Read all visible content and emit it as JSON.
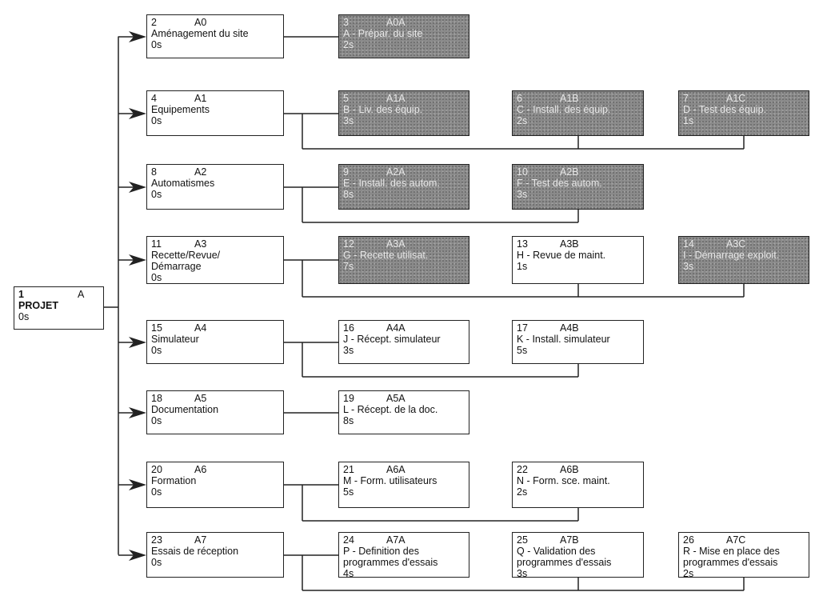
{
  "root": {
    "num": "1",
    "code": "A",
    "label": "PROJET",
    "duration": "0s"
  },
  "branches": [
    {
      "num": "2",
      "code": "A0",
      "label": "Aménagement du site",
      "duration": "0s",
      "children": [
        {
          "num": "3",
          "code": "A0A",
          "label": "A - Prépar. du site",
          "duration": "2s",
          "shaded": true
        }
      ]
    },
    {
      "num": "4",
      "code": "A1",
      "label": "Equipements",
      "duration": "0s",
      "children": [
        {
          "num": "5",
          "code": "A1A",
          "label": "B - Liv. des équip.",
          "duration": "3s",
          "shaded": true
        },
        {
          "num": "6",
          "code": "A1B",
          "label": "C - Install. des équip.",
          "duration": "2s",
          "shaded": true
        },
        {
          "num": "7",
          "code": "A1C",
          "label": "D - Test des équip.",
          "duration": "1s",
          "shaded": true
        }
      ]
    },
    {
      "num": "8",
      "code": "A2",
      "label": "Automatismes",
      "duration": "0s",
      "children": [
        {
          "num": "9",
          "code": "A2A",
          "label": "E - Install. des autom.",
          "duration": "8s",
          "shaded": true
        },
        {
          "num": "10",
          "code": "A2B",
          "label": "F - Test des autom.",
          "duration": "3s",
          "shaded": true
        }
      ]
    },
    {
      "num": "11",
      "code": "A3",
      "label": "Recette/Revue/\nDémarrage",
      "duration": "0s",
      "children": [
        {
          "num": "12",
          "code": "A3A",
          "label": "G - Recette utilisat.",
          "duration": "7s",
          "shaded": true
        },
        {
          "num": "13",
          "code": "A3B",
          "label": "H - Revue de maint.",
          "duration": "1s",
          "shaded": false
        },
        {
          "num": "14",
          "code": "A3C",
          "label": "I - Démarrage exploit.",
          "duration": "3s",
          "shaded": true
        }
      ]
    },
    {
      "num": "15",
      "code": "A4",
      "label": "Simulateur",
      "duration": "0s",
      "children": [
        {
          "num": "16",
          "code": "A4A",
          "label": "J - Récept. simulateur",
          "duration": "3s",
          "shaded": false
        },
        {
          "num": "17",
          "code": "A4B",
          "label": "K - Install. simulateur",
          "duration": "5s",
          "shaded": false
        }
      ]
    },
    {
      "num": "18",
      "code": "A5",
      "label": "Documentation",
      "duration": "0s",
      "children": [
        {
          "num": "19",
          "code": "A5A",
          "label": "L - Récept. de la doc.",
          "duration": "8s",
          "shaded": false
        }
      ]
    },
    {
      "num": "20",
      "code": "A6",
      "label": "Formation",
      "duration": "0s",
      "children": [
        {
          "num": "21",
          "code": "A6A",
          "label": "M - Form. utilisateurs",
          "duration": "5s",
          "shaded": false
        },
        {
          "num": "22",
          "code": "A6B",
          "label": "N - Form. sce. maint.",
          "duration": "2s",
          "shaded": false
        }
      ]
    },
    {
      "num": "23",
      "code": "A7",
      "label": "Essais de réception",
      "duration": "0s",
      "children": [
        {
          "num": "24",
          "code": "A7A",
          "label": "P - Definition des\nprogrammes d'essais",
          "duration": "4s",
          "shaded": false
        },
        {
          "num": "25",
          "code": "A7B",
          "label": "Q - Validation des\nprogrammes d'essais",
          "duration": "3s",
          "shaded": false
        },
        {
          "num": "26",
          "code": "A7C",
          "label": "R - Mise en place des\nprogrammes d'essais",
          "duration": "2s",
          "shaded": false
        }
      ]
    }
  ]
}
